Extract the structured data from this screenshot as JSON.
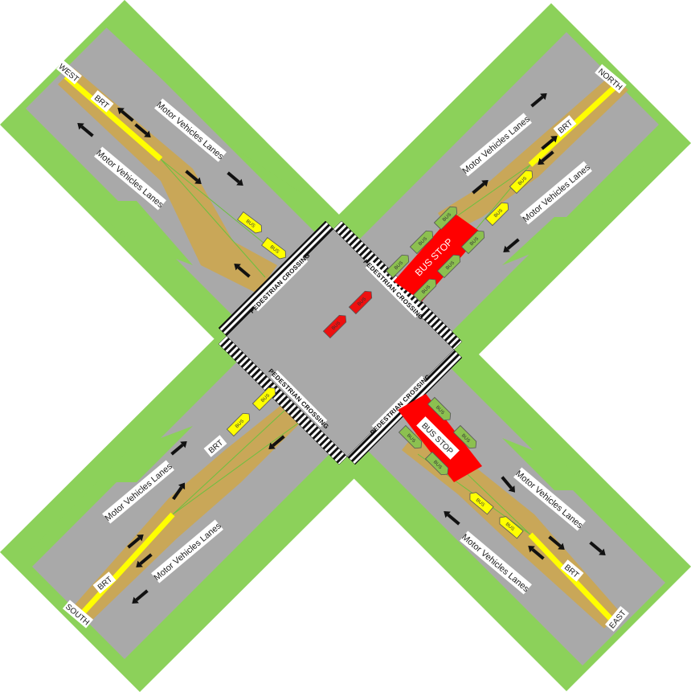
{
  "colors": {
    "grass": "#8cd15a",
    "road": "#a9a9a9",
    "brt_corridor": "#c9a758",
    "brt_line": "#ffff00",
    "arrow": "#111111",
    "bus_yellow": "#ffff00",
    "bus_green": "#8cc050",
    "bus_red": "#ee1010",
    "stop_red": "#ff0000",
    "label_bg": "#ffffff"
  },
  "labels": {
    "direction_west": "WEST",
    "direction_north": "NORTH",
    "direction_south": "SOUTH",
    "direction_east": "EAST",
    "brt": "BRT",
    "motor_vehicles_lanes": "Motor Vehicles Lanes",
    "pedestrian_crossing": "PEDESTRIAN CROSSING",
    "bus_stop": "BUS STOP",
    "bus": "BUS"
  }
}
